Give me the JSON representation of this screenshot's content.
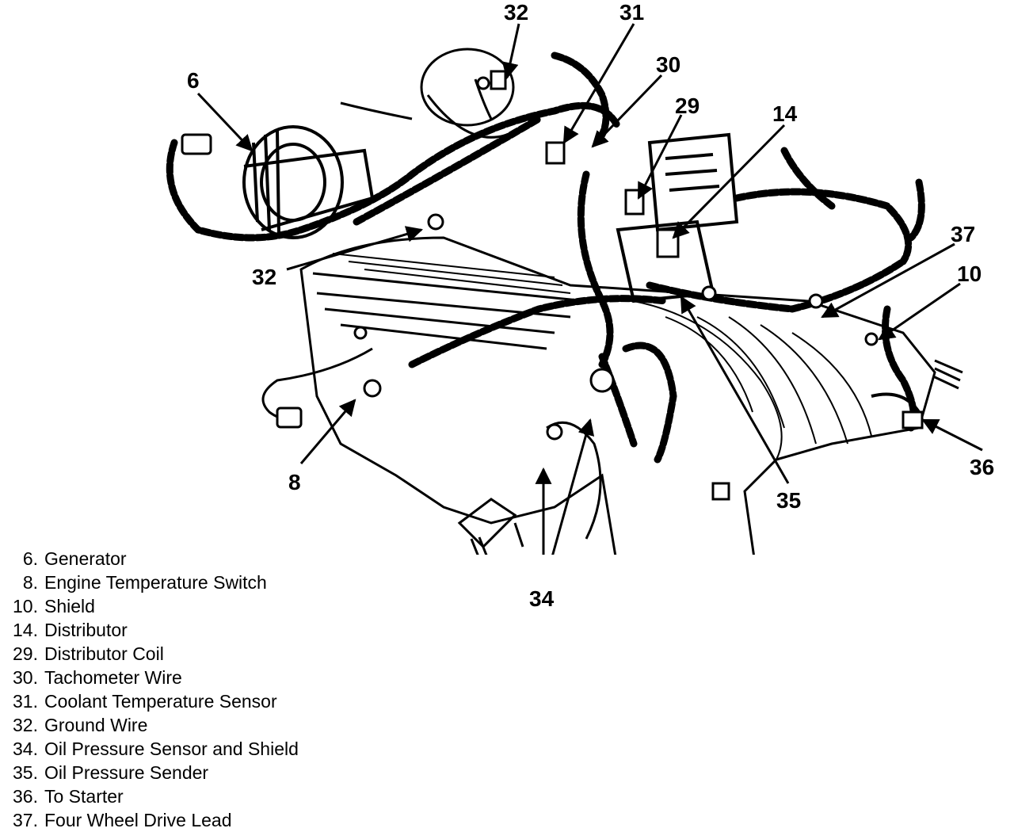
{
  "callouts": {
    "c6": "6",
    "c8": "8",
    "c10": "10",
    "c14": "14",
    "c29": "29",
    "c30": "30",
    "c31": "31",
    "c32_top": "32",
    "c32_left": "32",
    "c34": "34",
    "c35": "35",
    "c36": "36",
    "c37": "37"
  },
  "legend": [
    {
      "num": "6.",
      "text": "Generator"
    },
    {
      "num": "8.",
      "text": "Engine Temperature Switch"
    },
    {
      "num": "10.",
      "text": "Shield"
    },
    {
      "num": "14.",
      "text": "Distributor"
    },
    {
      "num": "29.",
      "text": "Distributor Coil"
    },
    {
      "num": "30.",
      "text": "Tachometer Wire"
    },
    {
      "num": "31.",
      "text": "Coolant Temperature Sensor"
    },
    {
      "num": "32.",
      "text": "Ground Wire"
    },
    {
      "num": "34.",
      "text": "Oil Pressure Sensor and Shield"
    },
    {
      "num": "35.",
      "text": "Oil Pressure Sender"
    },
    {
      "num": "36.",
      "text": "To Starter"
    },
    {
      "num": "37.",
      "text": "Four Wheel Drive Lead"
    }
  ]
}
